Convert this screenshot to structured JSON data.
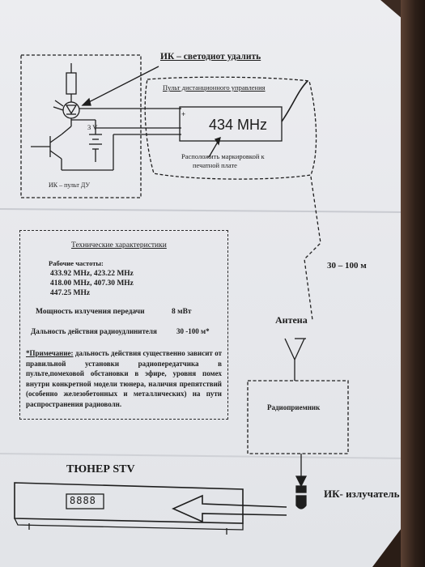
{
  "ir_led_title": "ИК – светодиот удалить",
  "remote_label": "Пульт дистанционного управления",
  "frequency_badge": "434 MHz",
  "plus_sign": "+",
  "voltage_label": "3 V",
  "placement_note": [
    "Расположить маркировкой к",
    "печатной плате"
  ],
  "ir_remote_label": "ИК – пульт ДУ",
  "distance_label": "30 – 100 м",
  "specs": {
    "title": "Технические характеристики",
    "freq_label": "Рабочие частоты:",
    "freq_rows": [
      "433.92 MHz,   423.22 MHz",
      "418.00 MHz,   407.30 MHz",
      "447.25 MHz"
    ],
    "power_label": "Мощность излучения передачи",
    "power_value": "8 мВт",
    "range_label": "Дальность действия радиоудлинителя",
    "range_value": "30 -100 м*",
    "note_head": "*Примечание:",
    "note_body": " дальность действия существенно зависит от правильной установки радиопередатчика в пульте,помеховой обстановки в эфире, уровня помех внутри конкретной модели тюнера, наличия препятствий (особенно железобетонных и металлических) на пути распространения радиоволн."
  },
  "antenna_label": "Антена",
  "receiver_label": "Радиоприемник",
  "tuner_label": "ТЮНЕР STV",
  "tuner_display": "8888",
  "ir_emitter_label": "ИК- излучатель"
}
